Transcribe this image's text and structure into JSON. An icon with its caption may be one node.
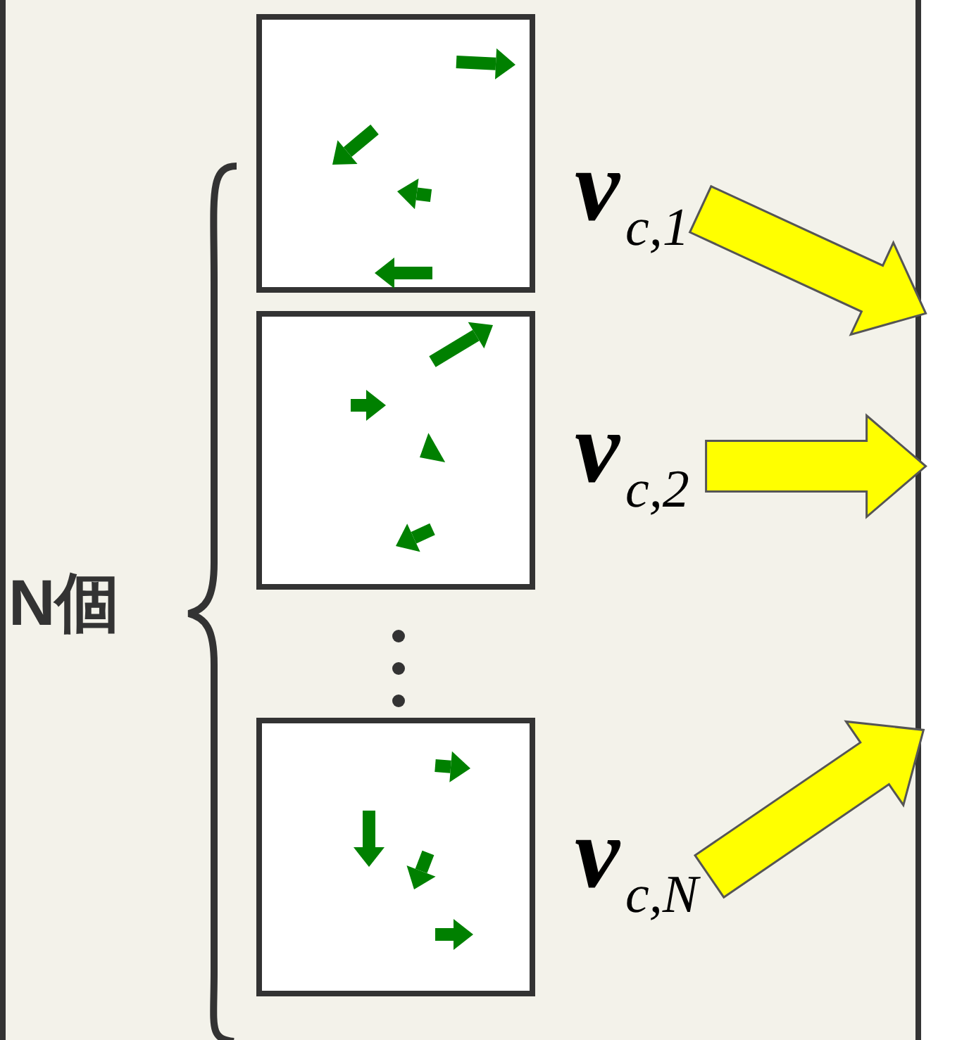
{
  "diagram": {
    "nodes": [
      {
        "text": [],
        "shape": "box"
      },
      {
        "text": [
          "*v*$_{c,1}$"
        ]
      },
      {
        "text": [],
        "shape": "box"
      },
      {
        "text": [
          "*v*$_{c,2}$"
        ]
      },
      {
        "text": [],
        "shape": "box"
      },
      {
        "text": [
          "*v*$_{c,N}$"
        ]
      }
    ],
    "edges": [
      {
        "from": 1,
        "to": null,
        "arrow": "to",
        "color": "#ffff00"
      },
      {
        "from": 3,
        "to": null,
        "arrow": "to",
        "color": "#ffff00"
      },
      {
        "from": 5,
        "to": null,
        "arrow": "to",
        "color": "#ffff00"
      }
    ],
    "labels": [
      "N個"
    ]
  }
}
